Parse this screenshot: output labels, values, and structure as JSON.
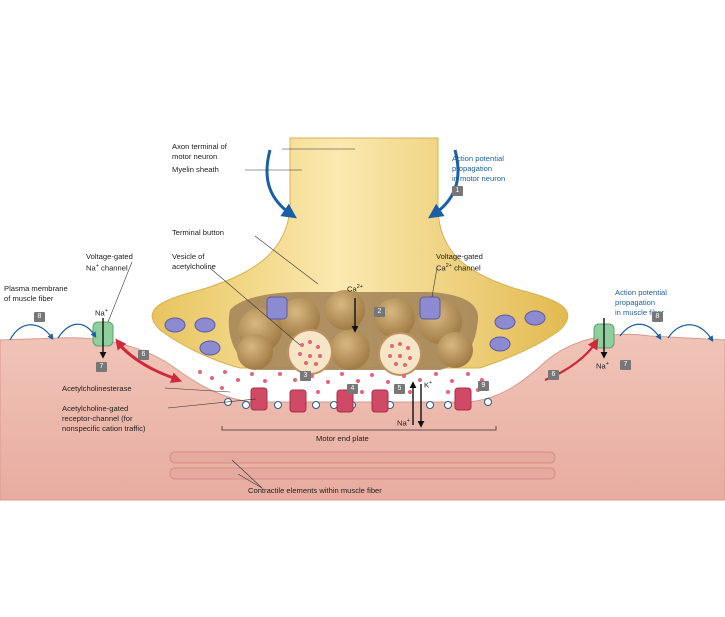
{
  "labels": {
    "axon_terminal": "Axon terminal of motor neuron",
    "axon_terminal_l1": "Axon terminal of",
    "axon_terminal_l2": "motor neuron",
    "myelin_sheath": "Myelin sheath",
    "ap_motor_l1": "Action potential",
    "ap_motor_l2": "propagation",
    "ap_motor_l3": "in motor neuron",
    "terminal_button": "Terminal button",
    "vesicle_l1": "Vesicle of",
    "vesicle_l2": "acetylcholine",
    "vg_na_l1": "Voltage-gated",
    "vg_na_l2": "Na",
    "vg_na_l2b": " channel",
    "vg_ca_l1": "Voltage-gated",
    "vg_ca_l2": "Ca",
    "vg_ca_l2b": " channel",
    "plasma_l1": "Plasma membrane",
    "plasma_l2": "of muscle fiber",
    "ap_muscle_l1": "Action potential",
    "ap_muscle_l2": "propagation",
    "ap_muscle_l3": "in muscle fiber",
    "acetylcholinesterase": "Acetylcholinesterase",
    "ach_receptor_l1": "Acetylcholine-gated",
    "ach_receptor_l2": "receptor-channel (for",
    "ach_receptor_l3": "nonspecific cation traffic)",
    "motor_end_plate": "Motor end plate",
    "contractile": "Contractile elements within muscle fiber"
  },
  "ions": {
    "ca": "Ca",
    "ca_charge": "2+",
    "na": "Na",
    "na_charge": "+",
    "k": "K",
    "k_charge": "+"
  },
  "steps": {
    "s1": "1",
    "s2": "2",
    "s3": "3",
    "s4": "4",
    "s5": "5",
    "s6": "6",
    "s7": "7",
    "s8": "8",
    "s9": "9"
  },
  "colors": {
    "neuron": "#f0d27a",
    "neuron_light": "#f8e6a8",
    "muscle": "#eebcb0",
    "muscle_dark": "#dc9d90",
    "blue_arrow": "#1a5ea8",
    "red_arrow": "#d0293d",
    "vesicle": "#b08a4e",
    "ca_channel": "#8c8ad0",
    "na_channel": "#8fcf9e",
    "receptor": "#d04a66",
    "label_blue": "#1f5f9e",
    "badge": "#777777"
  }
}
